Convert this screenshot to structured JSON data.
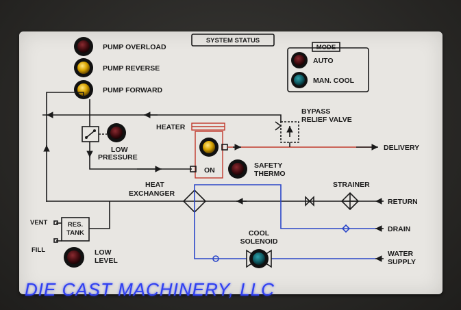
{
  "panel": {
    "title": "SYSTEM STATUS",
    "brand": "DIE CAST MACHINERY, LLC"
  },
  "indicators": {
    "pump_overload": "PUMP OVERLOAD",
    "pump_reverse": "PUMP REVERSE",
    "pump_forward": "PUMP FORWARD",
    "low_pressure_1": "LOW",
    "low_pressure_2": "PRESSURE",
    "safety_thermo_1": "SAFETY",
    "safety_thermo_2": "THERMO",
    "low_level_1": "LOW",
    "low_level_2": "LEVEL"
  },
  "mode": {
    "title": "MODE",
    "auto": "AUTO",
    "man_cool": "MAN. COOL"
  },
  "components": {
    "heater": "HEATER",
    "heater_on": "ON",
    "bypass_1": "BYPASS",
    "bypass_2": "RELIEF VALVE",
    "heat_exchanger_1": "HEAT",
    "heat_exchanger_2": "EXCHANGER",
    "strainer": "STRAINER",
    "cool_solenoid_1": "COOL",
    "cool_solenoid_2": "SOLENOID",
    "res_tank_1": "RES.",
    "res_tank_2": "TANK",
    "vent": "VENT",
    "fill": "FILL"
  },
  "ports": {
    "delivery": "DELIVERY",
    "return": "RETURN",
    "drain": "DRAIN",
    "water_supply_1": "WATER",
    "water_supply_2": "SUPPLY"
  },
  "colors": {
    "panel": "#e8e6e2",
    "line_black": "#1a1a1a",
    "line_blue": "#2a46c8",
    "line_red": "#c0392b",
    "lamp_red": "#5a0c12",
    "lamp_amber": "#d9a400",
    "lamp_teal": "#0e5a62",
    "brand_blue": "#2f3ff0"
  },
  "lamps": {
    "pump_overload": "red",
    "pump_reverse": "amber",
    "pump_forward": "amber",
    "low_pressure": "red",
    "heater_on": "amber",
    "safety_thermo": "red",
    "mode_auto": "red",
    "mode_man_cool": "teal",
    "cool_solenoid": "teal",
    "low_level": "red"
  }
}
